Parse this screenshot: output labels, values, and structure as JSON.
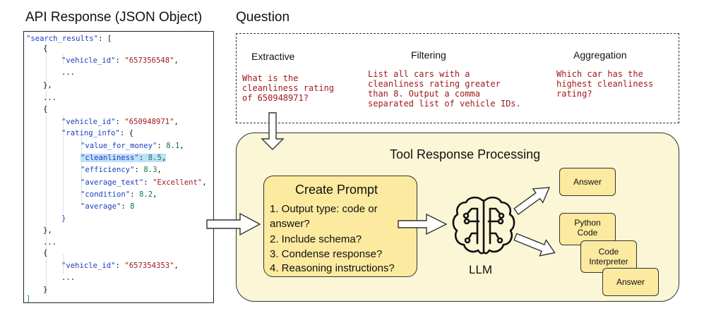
{
  "headings": {
    "api_response": "API Response (JSON Object)",
    "question": "Question"
  },
  "json_code": {
    "line1_key": "\"search_results\"",
    "open_bracket": ": [",
    "brace_open": "{",
    "vehicle_id_key": "\"vehicle_id\"",
    "vehicle_id_1": "\"657356548\"",
    "ellipsis": "...",
    "brace_close_comma": "},",
    "vehicle_id_2": "\"650948971\"",
    "rating_info_key": "\"rating_info\"",
    "rating_info_open": ": {",
    "value_for_money_key": "\"value_for_money\"",
    "value_for_money_val": "8.1",
    "cleanliness_key": "\"cleanliness\"",
    "cleanliness_val": "8.5",
    "efficiency_key": "\"efficiency\"",
    "efficiency_val": "8.3",
    "average_text_key": "\"average_text\"",
    "average_text_val": "\"Excellent\"",
    "condition_key": "\"condition\"",
    "condition_val": "8.2",
    "average_key": "\"average\"",
    "average_val": "8",
    "inner_close": "}",
    "vehicle_id_3": "\"657354353\"",
    "brace_close": "}",
    "close_bracket": "]"
  },
  "questions": {
    "extractive": {
      "type": "Extractive",
      "text": "What is the\ncleanliness rating\nof 650948971?"
    },
    "filtering": {
      "type": "Filtering",
      "text": "List all cars with a\ncleanliness rating greater\nthan 8. Output a comma\nseparated list of vehicle IDs."
    },
    "aggregation": {
      "type": "Aggregation",
      "text": "Which car has the\nhighest cleanliness\nrating?"
    }
  },
  "processing": {
    "title": "Tool Response Processing",
    "create_prompt": {
      "title": "Create Prompt",
      "items": [
        "1. Output type: code or",
        "answer?",
        "2. Include schema?",
        "3. Condense response?",
        "4. Reasoning instructions?"
      ]
    },
    "llm_label": "LLM",
    "outputs": {
      "answer_top": "Answer",
      "python_code": "Python\nCode",
      "code_interpreter": "Code\nInterpreter",
      "answer_bottom": "Answer"
    }
  },
  "colors": {
    "panel_fill": "#fbf7d6",
    "box_fill": "#fbeaa0",
    "question_text": "#a11a1a",
    "json_key": "#1a3fbd",
    "json_string": "#a11a1a",
    "json_number": "#0a7a4a",
    "highlight": "#bfe0fa"
  },
  "icons": {
    "llm": "brain-circuit-icon",
    "arrows": "hollow-block-arrow"
  }
}
